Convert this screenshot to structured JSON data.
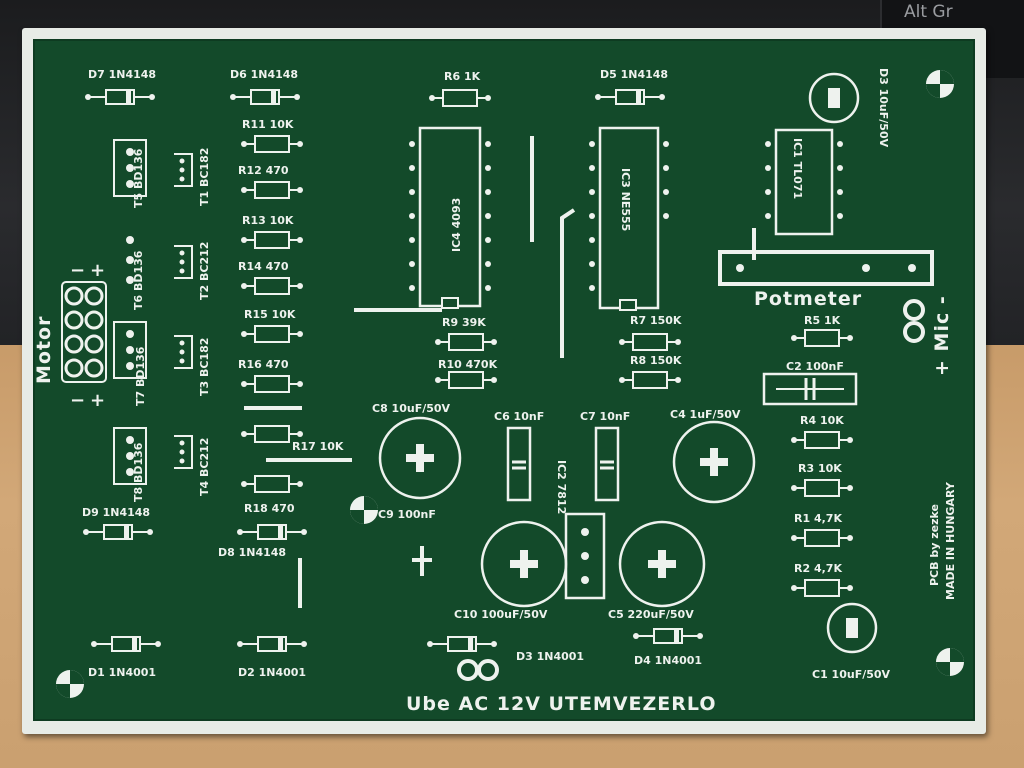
{
  "photo": {
    "keyboard_key_label": "Alt Gr",
    "colors": {
      "solder_mask": "#134a2a",
      "silkscreen": "#eef2ee",
      "board_edge": "#e7ebe6",
      "desk": "#c89a66"
    }
  },
  "pcb": {
    "board_title": "Ube AC 12V   UTEMVEZERLO",
    "motor_label": "Motor",
    "mic_label": "+ Mic -",
    "potmeter_label": "Potmeter",
    "credit": "PCB by zezke",
    "made_in": "MADE IN HUNGARY",
    "ic_labels": [
      "IC4 4093",
      "IC3 NE555",
      "IC1 TL071"
    ],
    "component_labels": [
      "D7 1N4148",
      "D6 1N4148",
      "R6 1K",
      "D5 1N4148",
      "D3 10uF/50V",
      "R11 10K",
      "T5 BD136",
      "T1 BC182",
      "R12 470",
      "R13 10K",
      "T6 BD136",
      "T2 BC212",
      "R14 470",
      "R15 10K",
      "T7 BD136",
      "T3 BC182",
      "R16 470",
      "R17 10K",
      "T8 BD136",
      "T4 BC212",
      "R18 470",
      "R9 39K",
      "R10 470K",
      "R7 150K",
      "R8 150K",
      "R5 1K",
      "C2 100nF",
      "R4 10K",
      "R3 10K",
      "R1 4,7K",
      "R2 4,7K",
      "C8 10uF/50V",
      "C6 10nF",
      "C7 10nF",
      "C4 1uF/50V",
      "C9 100nF",
      "IC2 7812",
      "D9 1N4148",
      "D8 1N4148",
      "C10 100uF/50V",
      "C5 220uF/50V",
      "C1 10uF/50V",
      "D1 1N4001",
      "D2 1N4001",
      "D3 1N4001",
      "D4 1N4001"
    ]
  }
}
